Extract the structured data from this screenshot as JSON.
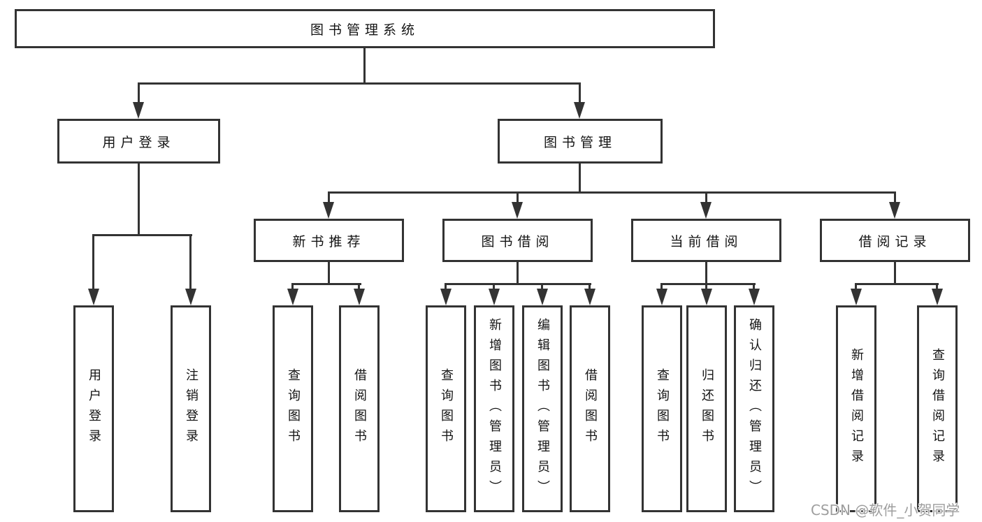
{
  "tree": {
    "root": "图书管理系统",
    "branches": [
      {
        "label": "用户登录",
        "children": [
          "用户登录",
          "注销登录"
        ]
      },
      {
        "label": "图书管理",
        "sections": [
          {
            "label": "新书推荐",
            "children": [
              "查询图书",
              "借阅图书"
            ]
          },
          {
            "label": "图书借阅",
            "children": [
              "查询图书",
              "新增图书（管理员）",
              "编辑图书（管理员）",
              "借阅图书"
            ]
          },
          {
            "label": "当前借阅",
            "children": [
              "查询图书",
              "归还图书",
              "确认归还（管理员）"
            ]
          },
          {
            "label": "借阅记录",
            "children": [
              "新增借阅记录",
              "查询借阅记录"
            ]
          }
        ]
      }
    ]
  },
  "watermark": "CSDN @软件_小贺同学",
  "colors": {
    "line": "#333333",
    "text": "#141414",
    "watermark": "#9e9e9e",
    "background": "#ffffff"
  }
}
